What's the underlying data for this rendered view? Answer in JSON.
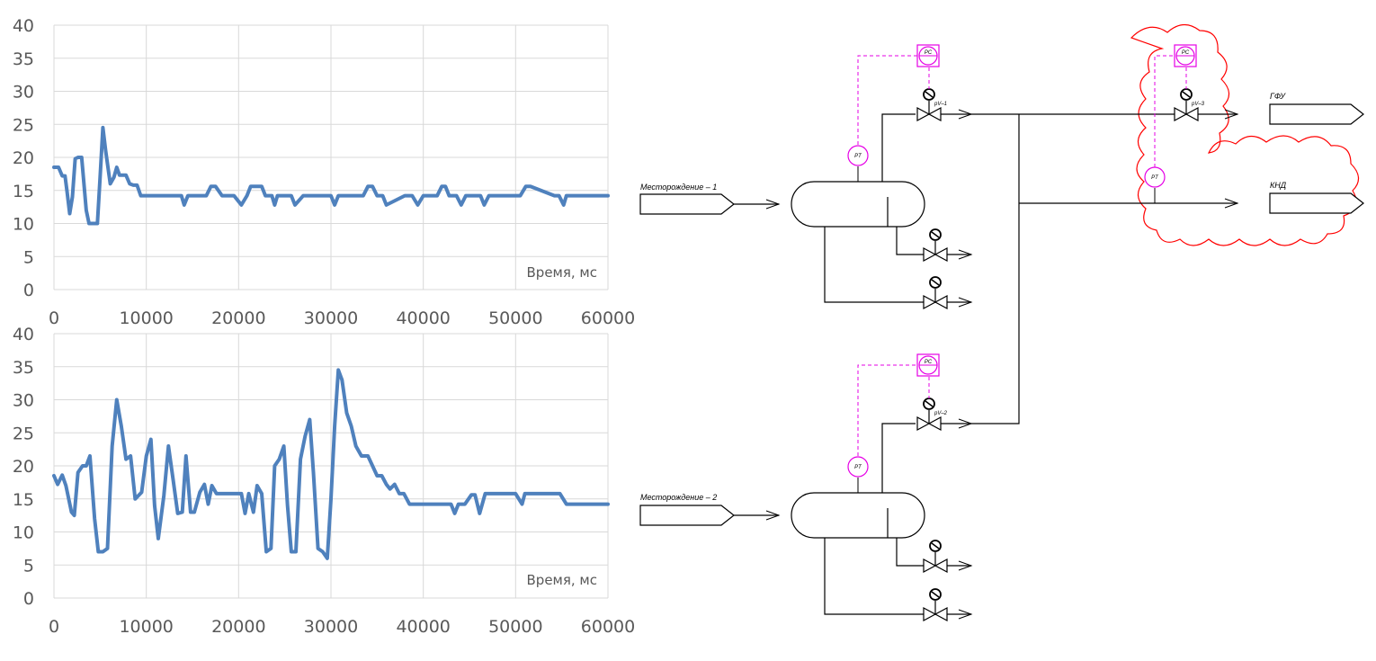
{
  "chart_data": [
    {
      "type": "line",
      "title": "",
      "xlabel": "Время, мс",
      "ylabel": "",
      "xlim": [
        0,
        60000
      ],
      "ylim": [
        0,
        40
      ],
      "xticks": [
        "0",
        "10000",
        "20000",
        "30000",
        "40000",
        "50000",
        "60000"
      ],
      "yticks": [
        "0",
        "5",
        "10",
        "15",
        "20",
        "25",
        "30",
        "35",
        "40"
      ],
      "grid": true,
      "series": [
        {
          "color": "#4f81bd",
          "x": [
            0,
            500,
            900,
            1200,
            1400,
            1700,
            2000,
            2300,
            2600,
            3000,
            3500,
            3800,
            4100,
            4400,
            4700,
            5000,
            5300,
            5600,
            6100,
            6500,
            6800,
            7100,
            7400,
            7800,
            8200,
            8600,
            9000,
            9400,
            9800,
            10300,
            11000,
            13500,
            13800,
            14100,
            14500,
            15000,
            16500,
            17000,
            17500,
            18200,
            19500,
            20300,
            20900,
            21300,
            22500,
            22900,
            23600,
            23900,
            24200,
            25200,
            25700,
            26100,
            27000,
            29500,
            30000,
            30400,
            30800,
            33000,
            33500,
            34000,
            34500,
            35000,
            35600,
            36000,
            38000,
            38400,
            38800,
            39400,
            40000,
            41500,
            42000,
            42400,
            42800,
            43600,
            44100,
            44600,
            45000,
            46200,
            46600,
            47100,
            50500,
            51100,
            51600,
            54200,
            54700,
            55200,
            55500,
            56000,
            56300,
            56900,
            57300,
            60000
          ],
          "y": [
            18.5,
            18.5,
            17.2,
            17.2,
            15,
            11.5,
            14,
            19.8,
            20,
            20,
            12,
            10,
            10,
            10,
            10,
            17,
            24.5,
            21,
            16,
            17,
            18.5,
            17.3,
            17.3,
            17.3,
            16,
            15.8,
            15.8,
            14.2,
            14.2,
            14.2,
            14.2,
            14.2,
            14.2,
            12.8,
            14.2,
            14.2,
            14.2,
            15.6,
            15.6,
            14.2,
            14.2,
            12.8,
            14.2,
            15.6,
            15.6,
            14.2,
            14.2,
            12.8,
            14.2,
            14.2,
            14.2,
            12.8,
            14.2,
            14.2,
            14.2,
            12.8,
            14.2,
            14.2,
            14.2,
            15.6,
            15.6,
            14.2,
            14.2,
            12.8,
            14.2,
            14.2,
            14.2,
            12.8,
            14.2,
            14.2,
            15.6,
            15.6,
            14.2,
            14.2,
            12.8,
            14.2,
            14.2,
            14.2,
            12.8,
            14.2,
            14.2,
            15.6,
            15.6,
            14.2,
            14.2,
            12.8,
            14.2,
            14.2,
            14.2,
            14.2,
            14.2,
            14.2
          ]
        }
      ]
    },
    {
      "type": "line",
      "title": "",
      "xlabel": "Время, мс",
      "ylabel": "",
      "xlim": [
        0,
        60000
      ],
      "ylim": [
        0,
        40
      ],
      "xticks": [
        "0",
        "10000",
        "20000",
        "30000",
        "40000",
        "50000",
        "60000"
      ],
      "yticks": [
        "0",
        "5",
        "10",
        "15",
        "20",
        "25",
        "30",
        "35",
        "40"
      ],
      "grid": true,
      "series": [
        {
          "color": "#4f81bd",
          "x": [
            0,
            400,
            900,
            1300,
            1900,
            2200,
            2600,
            3100,
            3500,
            3900,
            4400,
            4800,
            5300,
            5800,
            6300,
            6800,
            7300,
            7800,
            8300,
            8800,
            9500,
            10000,
            10500,
            10900,
            11300,
            11900,
            12400,
            12900,
            13400,
            13900,
            14300,
            14800,
            15200,
            15800,
            16300,
            16700,
            17100,
            17600,
            18300,
            19000,
            20300,
            20700,
            21100,
            21600,
            22000,
            22500,
            23000,
            23500,
            23900,
            24400,
            24900,
            25300,
            25700,
            26200,
            26700,
            27200,
            27700,
            28100,
            28600,
            29100,
            29600,
            30000,
            30400,
            30800,
            31200,
            31700,
            32200,
            32700,
            33300,
            34000,
            35000,
            35500,
            36000,
            36400,
            36900,
            37400,
            37900,
            38500,
            39000,
            43000,
            43400,
            43800,
            44500,
            45200,
            45600,
            46100,
            46700,
            47500,
            49600,
            50000,
            50700,
            51000,
            53500,
            54200,
            54800,
            55500,
            56000,
            60000
          ],
          "y": [
            18.5,
            17.2,
            18.6,
            17,
            13,
            12.5,
            19,
            20,
            20,
            21.5,
            12,
            7,
            7,
            7.5,
            23,
            30,
            26,
            21,
            21.5,
            15,
            16,
            21.5,
            24,
            14,
            9,
            15.5,
            23,
            18,
            12.8,
            13,
            21.5,
            13,
            13,
            16,
            17.2,
            14.2,
            17,
            15.8,
            15.8,
            15.8,
            15.8,
            12.8,
            15.8,
            13,
            17,
            15.8,
            7,
            7.5,
            20,
            21,
            23,
            14,
            7,
            7,
            21,
            24.5,
            27,
            19,
            7.5,
            7,
            6,
            15,
            26,
            34.5,
            33,
            28,
            26,
            23,
            21.5,
            21.5,
            18.5,
            18.5,
            17.2,
            16.5,
            17.2,
            15.8,
            15.8,
            14.2,
            14.2,
            14.2,
            12.8,
            14.2,
            14.2,
            15.6,
            15.6,
            12.8,
            15.8,
            15.8,
            15.8,
            15.8,
            14.2,
            15.8,
            15.8,
            15.8,
            15.8,
            14.2,
            14.2,
            14.2
          ]
        }
      ]
    }
  ],
  "diagram": {
    "source_1": "Месторождение – 1",
    "source_2": "Месторождение – 2",
    "dest_gfu": "ГФУ",
    "dest_knd": "КНД",
    "valve_1": "pV–1",
    "valve_2": "pV–2",
    "valve_3": "pV–3",
    "pc_label": "PC",
    "pt_label": "PT",
    "colors": {
      "signal": "#e600e6",
      "cloud": "#ff0000",
      "pipe": "#000000"
    }
  }
}
